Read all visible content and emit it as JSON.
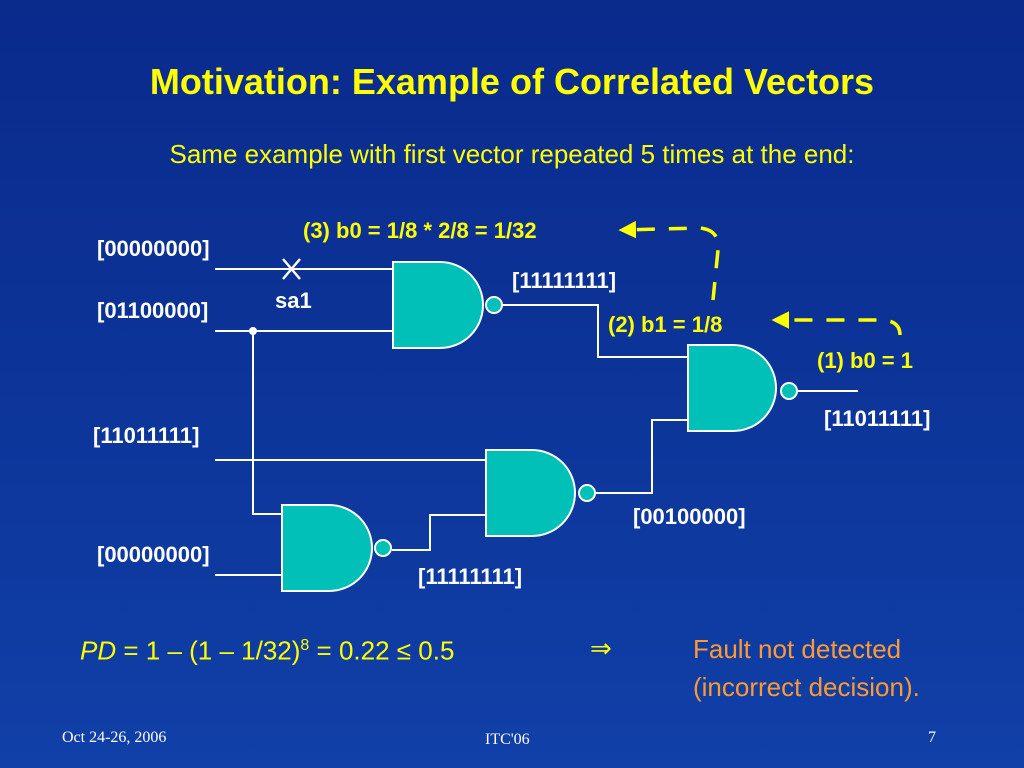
{
  "title": "Motivation: Example of Correlated Vectors",
  "subtitle": "Same example with first vector repeated 5 times at the end:",
  "inputs": {
    "in1": "[00000000]",
    "in2": "[01100000]",
    "in3": "[11011111]",
    "in4": "[00000000]"
  },
  "fault_label": "sa1",
  "outputs": {
    "gate1_out": "[11111111]",
    "gate4_out": "[11011111]",
    "gate3_out": "[00100000]",
    "gate2_out": "[11111111]"
  },
  "annotations": {
    "step1": "(1) b0 = 1",
    "step2": "(2) b1 = 1/8",
    "step3": "(3) b0 = 1/8 * 2/8 = 1/32"
  },
  "formula": {
    "pd": "PD",
    "expr": " = 1 – (1 – 1/32)",
    "exponent": "8",
    "tail": " = 0.22 ≤ 0.5"
  },
  "implies_symbol": "⇒",
  "result": {
    "line1": "Fault not detected",
    "line2": "(incorrect decision)."
  },
  "footer": {
    "date": "Oct 24-26, 2006",
    "conference": "ITC'06",
    "page": "7"
  },
  "colors": {
    "background": "#0c3296",
    "title": "#ffff00",
    "gate_fill": "#00c0b8",
    "wire": "#ffffff",
    "result": "#ff9a33"
  }
}
